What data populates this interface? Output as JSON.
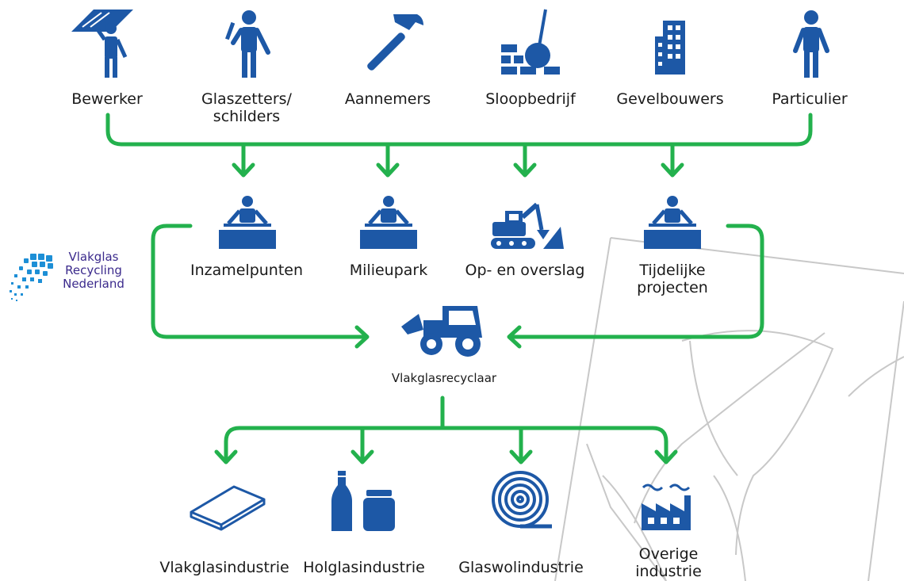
{
  "colors": {
    "icon": "#1d58a6",
    "arrow": "#23b14d",
    "sketch": "#c8c8c8",
    "logo_text": "#3b2a8c"
  },
  "sources": [
    {
      "label": "Bewerker",
      "icon": "person-carrying-glass-icon"
    },
    {
      "label": "Glaszetters/\nschilders",
      "icon": "person-with-brush-icon"
    },
    {
      "label": "Aannemers",
      "icon": "hammer-icon"
    },
    {
      "label": "Sloopbedrijf",
      "icon": "wrecking-ball-icon"
    },
    {
      "label": "Gevelbouwers",
      "icon": "building-icon"
    },
    {
      "label": "Particulier",
      "icon": "person-icon"
    }
  ],
  "collection": [
    {
      "label": "Inzamelpunten",
      "icon": "person-at-container-icon"
    },
    {
      "label": "Milieupark",
      "icon": "person-at-container-icon"
    },
    {
      "label": "Op- en overslag",
      "icon": "excavator-icon"
    },
    {
      "label": "Tijdelijke\nprojecten",
      "icon": "person-at-container-icon"
    }
  ],
  "recycler": {
    "label": "Vlakglasrecyclaar",
    "icon": "wheel-loader-icon"
  },
  "outputs": [
    {
      "label": "Vlakglasindustrie",
      "icon": "glass-sheet-icon"
    },
    {
      "label": "Holglasindustrie",
      "icon": "bottle-and-jar-icon"
    },
    {
      "label": "Glaswolindustrie",
      "icon": "glasswool-roll-icon"
    },
    {
      "label": "Overige\nindustrie",
      "icon": "factory-icon"
    }
  ],
  "logo": {
    "line1": "Vlakglas",
    "line2": "Recycling",
    "line3": "Nederland"
  }
}
